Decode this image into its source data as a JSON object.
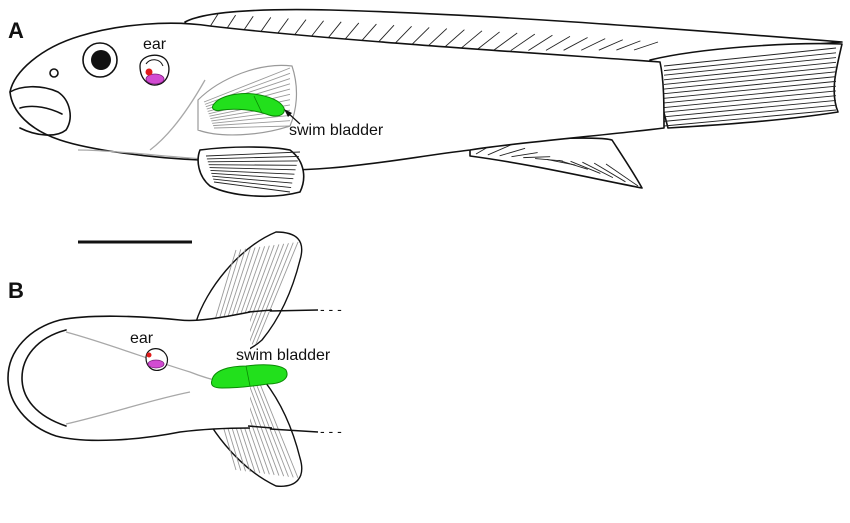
{
  "figure": {
    "panel_a": {
      "letter": "A",
      "ear_label": "ear",
      "swim_bladder_label": "swim bladder"
    },
    "panel_b": {
      "letter": "B",
      "ear_label": "ear",
      "swim_bladder_label": "swim bladder"
    }
  },
  "colors": {
    "swim_bladder": "#22e01c",
    "ear_otolith": "#d24bd2",
    "ear_red_spot": "#e01b1b",
    "outline": "#111111",
    "fin_grey": "#9a9a9a"
  }
}
